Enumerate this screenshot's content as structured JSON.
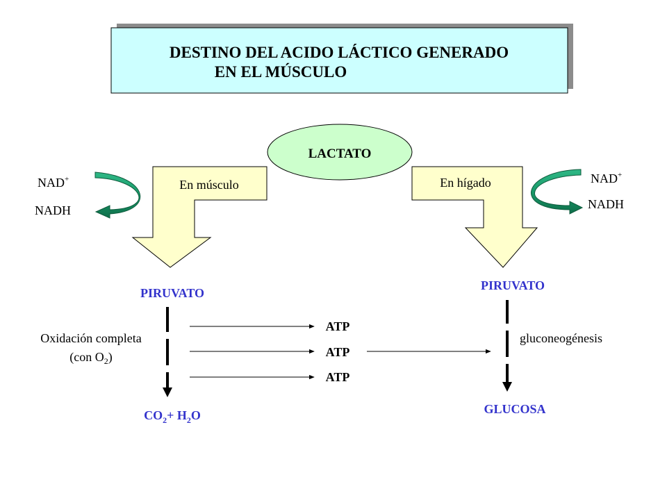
{
  "title": {
    "line1": "DESTINO DEL ACIDO LÁCTICO GENERADO",
    "line2": "EN  EL  MÚSCULO"
  },
  "center": {
    "label": "LACTATO"
  },
  "left": {
    "arrow_label": "En músculo",
    "cofactor_top": "NAD",
    "cofactor_top_sup": "+",
    "cofactor_bottom": "NADH",
    "product": "PIRUVATO",
    "process_line1": "Oxidación completa",
    "process_line2_prefix": "(con  O",
    "process_line2_sub": "2",
    "process_line2_suffix": ")",
    "end_co": "CO",
    "end_co_sub": "2",
    "end_mid": "+ H",
    "end_h_sub": "2",
    "end_o": "O"
  },
  "right": {
    "arrow_label": "En hígado",
    "cofactor_top": "NAD",
    "cofactor_top_sup": "+",
    "cofactor_bottom": "NADH",
    "product": "PIRUVATO",
    "process": "gluconeogénesis",
    "end": "GLUCOSA"
  },
  "atp": [
    "ATP",
    "ATP",
    "ATP"
  ],
  "colors": {
    "title_fill": "#ccffff",
    "title_shadow": "#8c8c8c",
    "lactate_fill": "#ccffcc",
    "down_arrow_fill": "#ffffcc",
    "curved_arrow": "#1a9a6a",
    "label_blue": "#3333cc"
  }
}
